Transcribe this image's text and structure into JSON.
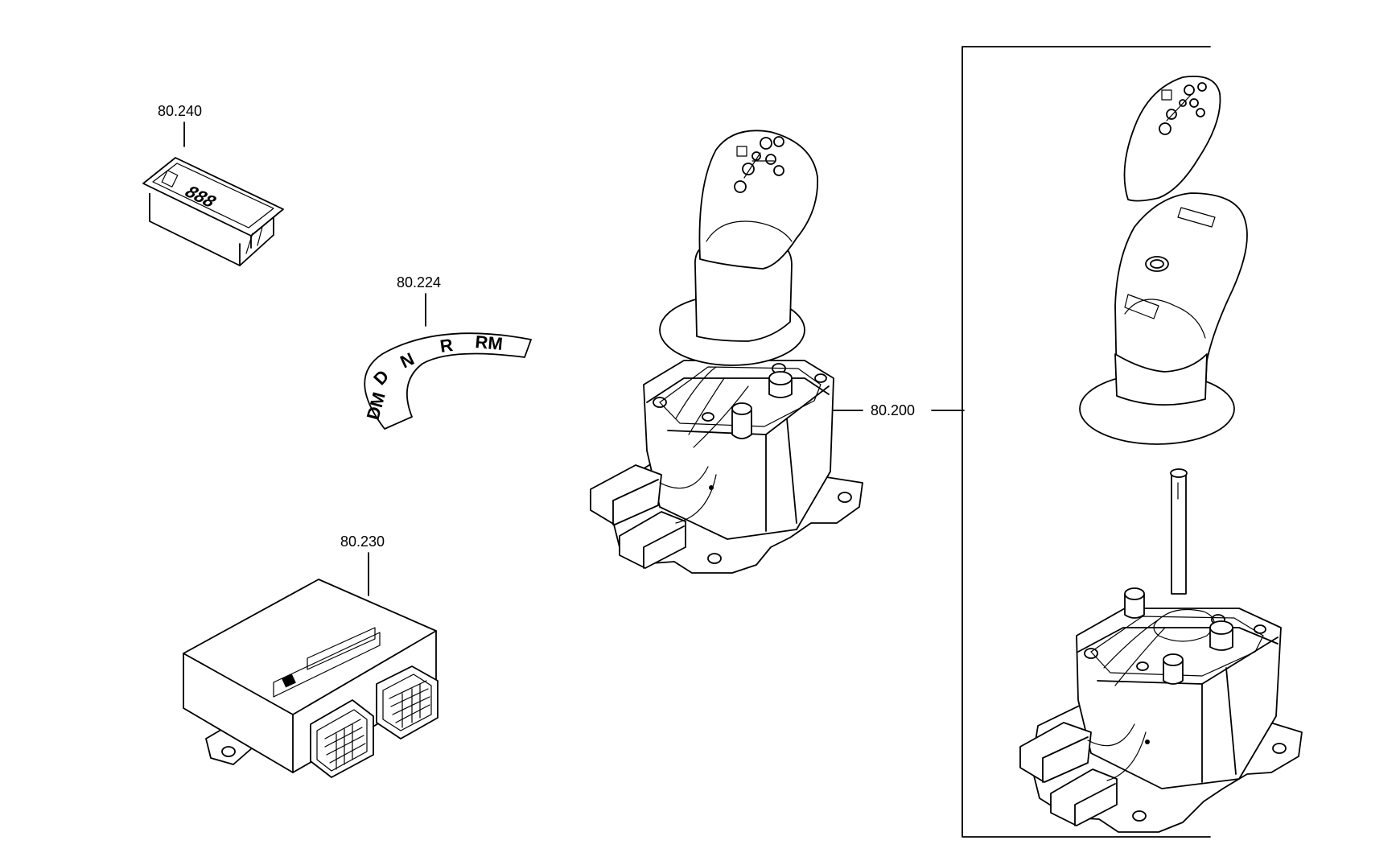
{
  "callouts": [
    {
      "id": "display",
      "label": "80.240"
    },
    {
      "id": "decal",
      "label": "80.224"
    },
    {
      "id": "ecu",
      "label": "80.230"
    },
    {
      "id": "shifter",
      "label": "80.200"
    }
  ],
  "decal_letters": [
    "DM",
    "D",
    "N",
    "R",
    "RM"
  ],
  "display_digits": "888"
}
